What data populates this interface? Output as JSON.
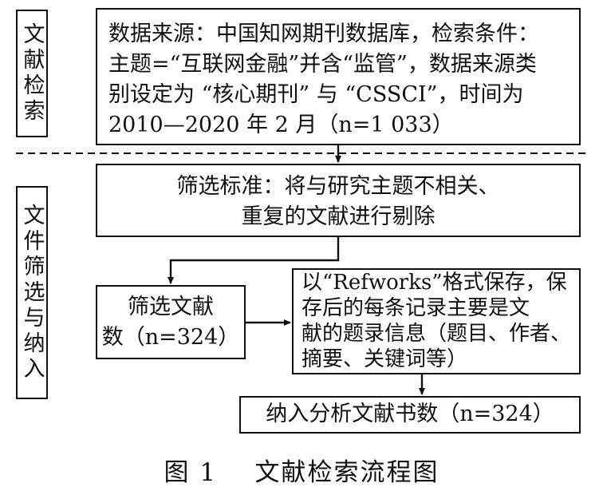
{
  "side_labels": {
    "search": "文献检索",
    "filter": "文件筛选与纳入"
  },
  "boxes": {
    "source": [
      "数据来源：中国知网期刊数据库，检索条件：",
      "主题=“互联网金融”并含“监管”，数据来源类",
      "别设定为 “核心期刊” 与 “CSSCI”，时间为",
      "2010—2020 年 2 月（n=1 033）"
    ],
    "criteria": [
      "筛选标准：将与研究主题不相关、",
      "重复的文献进行剔除"
    ],
    "count": [
      "筛选文献",
      "数（n=324）"
    ],
    "save": [
      "以“Refworks”格式保存，保",
      "存后的每条记录主要是文",
      "献的题录信息（题目、作者、",
      "摘要、关键词等）"
    ],
    "included": "纳入分析文献书数（n=324）"
  },
  "caption": "图 1    文献检索流程图"
}
